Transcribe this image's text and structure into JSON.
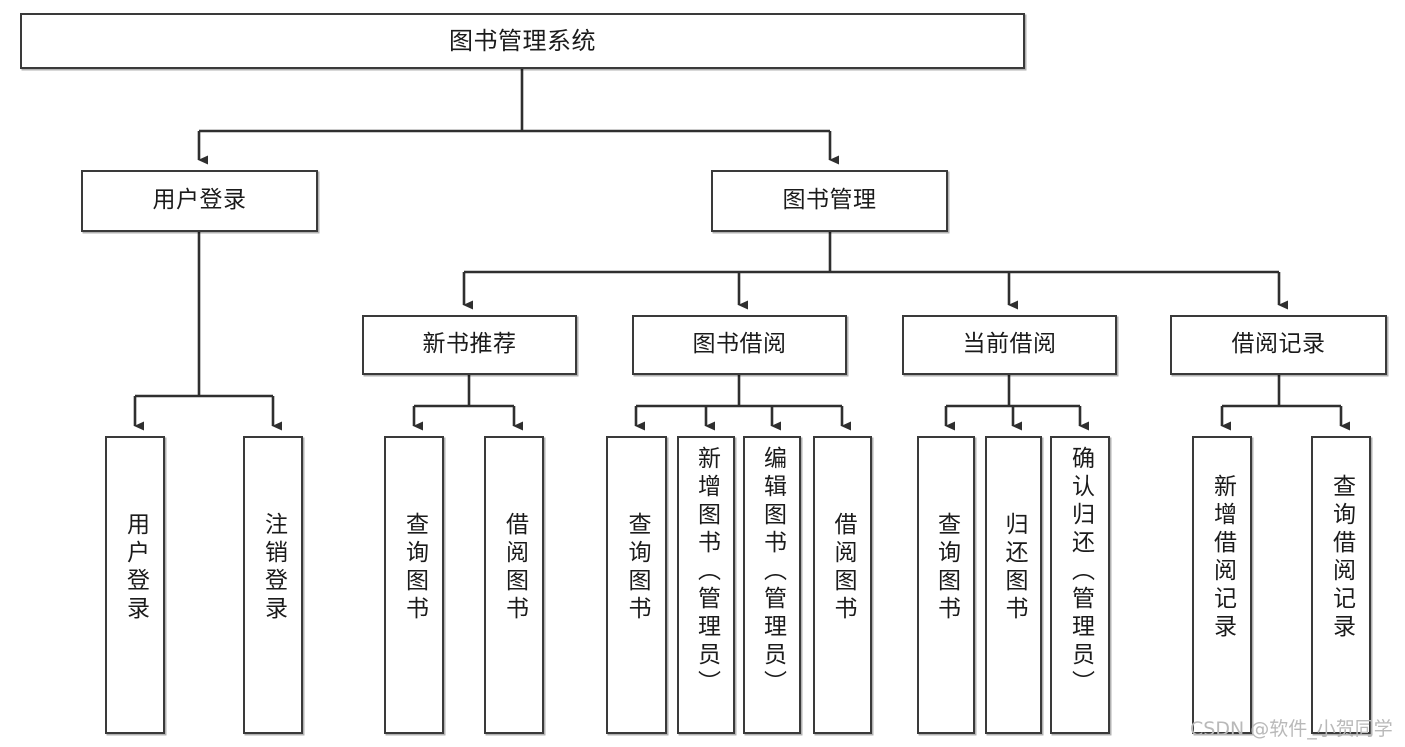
{
  "diagram": {
    "kind": "tree-hierarchy",
    "title": "图书管理系统",
    "watermark": "CSDN @软件_小贺同学",
    "colors": {
      "background": "#ffffff",
      "border": "#3a3a3a",
      "text": "#1b1b1b",
      "edge": "#2f2f2f",
      "watermark": "#b9b9b9"
    },
    "nodes": {
      "root": {
        "label": "图书管理系统"
      },
      "level2": [
        {
          "id": "user-login",
          "label": "用户登录"
        },
        {
          "id": "book-management",
          "label": "图书管理"
        }
      ],
      "level3": [
        {
          "id": "new-book-recommend",
          "label": "新书推荐"
        },
        {
          "id": "book-borrow",
          "label": "图书借阅"
        },
        {
          "id": "current-borrow",
          "label": "当前借阅"
        },
        {
          "id": "borrow-record",
          "label": "借阅记录"
        }
      ],
      "leaves": {
        "user-login": [
          {
            "id": "leaf-user-login",
            "label": "用户登录"
          },
          {
            "id": "leaf-logout-login",
            "label": "注销登录"
          }
        ],
        "new-book-recommend": [
          {
            "id": "leaf-query-book-1",
            "label": "查询图书"
          },
          {
            "id": "leaf-borrow-book-1",
            "label": "借阅图书"
          }
        ],
        "book-borrow": [
          {
            "id": "leaf-query-book-2",
            "label": "查询图书"
          },
          {
            "id": "leaf-add-book",
            "label": "新增图书（管理员）"
          },
          {
            "id": "leaf-edit-book",
            "label": "编辑图书（管理员）"
          },
          {
            "id": "leaf-borrow-book-2",
            "label": "借阅图书"
          }
        ],
        "current-borrow": [
          {
            "id": "leaf-query-book-3",
            "label": "查询图书"
          },
          {
            "id": "leaf-return-book",
            "label": "归还图书"
          },
          {
            "id": "leaf-confirm-return",
            "label": "确认归还（管理员）"
          }
        ],
        "borrow-record": [
          {
            "id": "leaf-add-record",
            "label": "新增借阅记录"
          },
          {
            "id": "leaf-query-record",
            "label": "查询借阅记录"
          }
        ]
      }
    }
  }
}
